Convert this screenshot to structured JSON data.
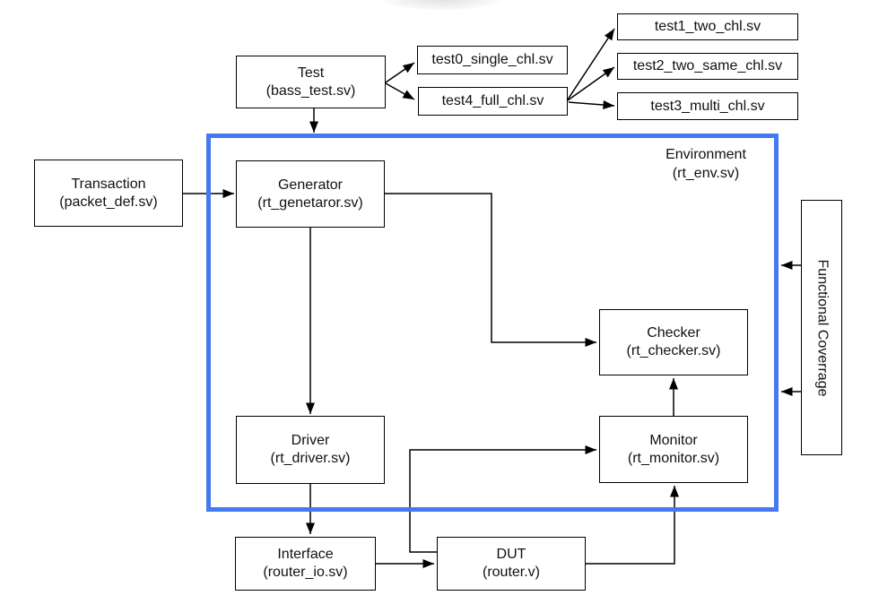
{
  "diagram": {
    "boxes": {
      "test": {
        "title": "Test",
        "subtitle": "(bass_test.sv)"
      },
      "test0": {
        "label": "test0_single_chl.sv"
      },
      "test4": {
        "label": "test4_full_chl.sv"
      },
      "test1": {
        "label": "test1_two_chl.sv"
      },
      "test2": {
        "label": "test2_two_same_chl.sv"
      },
      "test3": {
        "label": "test3_multi_chl.sv"
      },
      "environment": {
        "title": "Environment",
        "subtitle": "(rt_env.sv)"
      },
      "transaction": {
        "title": "Transaction",
        "subtitle": "(packet_def.sv)"
      },
      "generator": {
        "title": "Generator",
        "subtitle": "(rt_genetaror.sv)"
      },
      "checker": {
        "title": "Checker",
        "subtitle": "(rt_checker.sv)"
      },
      "driver": {
        "title": "Driver",
        "subtitle": "(rt_driver.sv)"
      },
      "monitor": {
        "title": "Monitor",
        "subtitle": "(rt_monitor.sv)"
      },
      "interface": {
        "title": "Interface",
        "subtitle": "(router_io.sv)"
      },
      "dut": {
        "title": "DUT",
        "subtitle": "(router.v)"
      },
      "functional_coverage": {
        "label": "Functional Coverrage"
      }
    },
    "connections": [
      {
        "from": "test",
        "to": "test0"
      },
      {
        "from": "test",
        "to": "test4"
      },
      {
        "from": "test4",
        "to": "test1"
      },
      {
        "from": "test4",
        "to": "test2"
      },
      {
        "from": "test4",
        "to": "test3"
      },
      {
        "from": "test",
        "to": "environment"
      },
      {
        "from": "transaction",
        "to": "generator"
      },
      {
        "from": "generator",
        "to": "checker"
      },
      {
        "from": "generator",
        "to": "driver"
      },
      {
        "from": "driver",
        "to": "interface"
      },
      {
        "from": "interface",
        "to": "dut"
      },
      {
        "from": "dut",
        "to": "monitor"
      },
      {
        "from": "dut",
        "to": "monitor"
      },
      {
        "from": "monitor",
        "to": "checker"
      },
      {
        "from": "functional_coverage",
        "to": "environment"
      },
      {
        "from": "functional_coverage",
        "to": "environment"
      }
    ],
    "colors": {
      "environment_border": "#4479f2",
      "box_border": "#000000",
      "connector": "#000000",
      "background": "#ffffff"
    }
  }
}
